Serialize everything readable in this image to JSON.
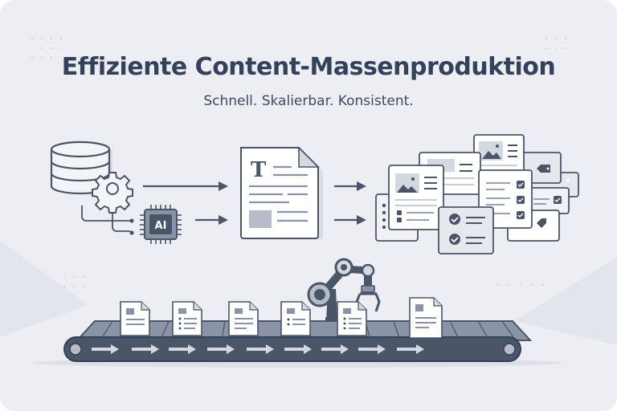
{
  "header": {
    "title": "Effiziente Content-Massenproduktion",
    "subtitle": "Schnell. Skalierbar. Konsistent."
  },
  "diagram": {
    "sources": [
      {
        "name": "database",
        "icon": "database-icon"
      },
      {
        "name": "settings",
        "icon": "gear-icon"
      },
      {
        "name": "ai-chip",
        "icon": "ai-chip-icon",
        "label": "AI"
      }
    ],
    "template_document": {
      "icon": "text-document-icon",
      "glyph": "T"
    },
    "outputs": {
      "icon": "content-cards-stack-icon",
      "count": 9
    },
    "conveyor": {
      "documents_on_belt": 6,
      "arrows": 9,
      "robot_arm": "robot-arm-icon"
    }
  },
  "colors": {
    "background": "#eceef3",
    "primary_dark": "#33415a",
    "stroke": "#4a5568",
    "mid_gray": "#8a94a6",
    "light_fill": "#d3d8e1",
    "white": "#ffffff"
  }
}
